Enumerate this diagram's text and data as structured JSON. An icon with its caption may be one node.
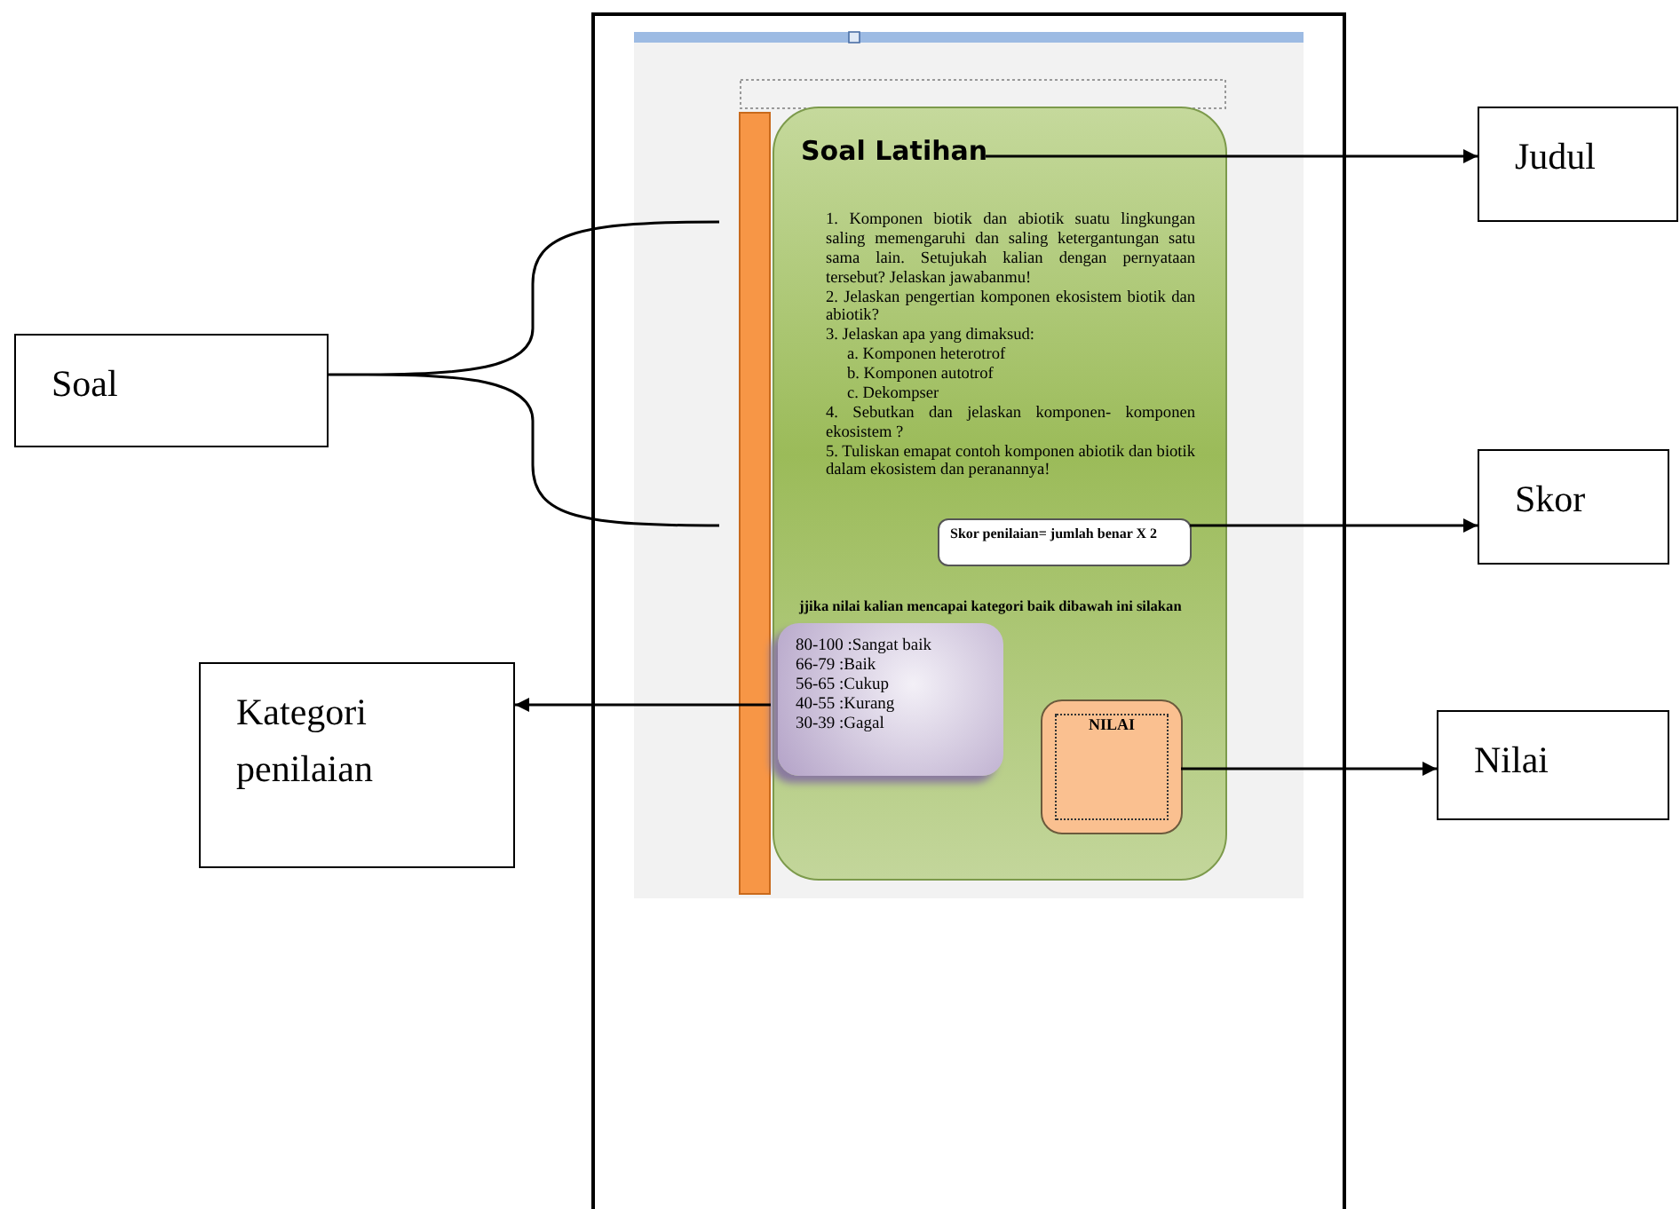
{
  "diagram": {
    "nodes": [
      {
        "text": [
          "Judul"
        ]
      },
      {
        "text": [
          "Soal"
        ]
      },
      {
        "text": [
          "Skor"
        ]
      },
      {
        "text": [
          "Kategori penilaian"
        ]
      },
      {
        "text": [
          "Nilai"
        ]
      },
      {
        "text": [],
        "shape": "bar"
      },
      {
        "text": [],
        "shape": "box"
      },
      {
        "text": [
          "Soal Latihan"
        ],
        "in": 6
      },
      {
        "text": [
          "1. Komponen biotik dan abiotik suatu lingkungan saling memengaruhi dan saling ketergantungan satu sama lain. Setujukah kalian dengan pernyataan tersebut? Jelaskan jawabanmu!",
          "2. Jelaskan pengertian komponen ekosistem biotik dan abiotik?",
          "3. Jelaskan apa yang dimaksud:",
          "a. Komponen heterotrof",
          "b. Komponen autotrof",
          "c. Dekompser",
          "4. Sebutkan dan jelaskan komponen- komponen ekosistem ?",
          "5. Tuliskan emapat contoh komponen abiotik dan biotik dalam ekosistem dan peranannya!"
        ],
        "in": 6
      },
      {
        "text": [
          "Skor penilaian= jumlah benar X 2"
        ],
        "in": 6
      },
      {
        "text": [
          "80-100 :Sangat baik",
          "66-79 :Baik",
          "56-65 :Cukup",
          "40-55 :Kurang",
          "30-39 :Gagal"
        ],
        "in": 6
      },
      {
        "text": [
          "NILAI"
        ],
        "in": 6
      }
    ],
    "edges": [
      {
        "from": 7,
        "to": 0,
        "arrow": "to"
      },
      {
        "from": 9,
        "to": 2,
        "arrow": "to"
      },
      {
        "from": 5,
        "to": 3,
        "arrow": "to"
      },
      {
        "from": 11,
        "to": 4,
        "arrow": "to"
      }
    ],
    "labels": [
      "jjika nilai kalian mencapai kategori baik dibawah ini silakan"
    ]
  }
}
